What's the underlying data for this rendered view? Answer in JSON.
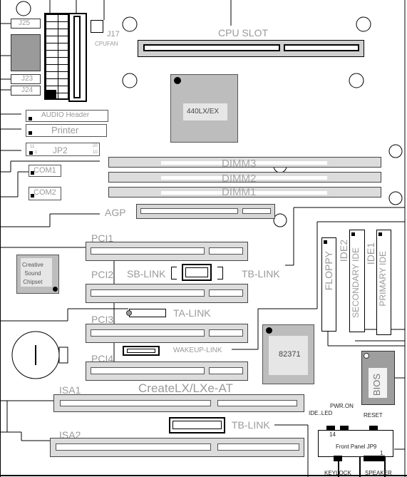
{
  "labels": {
    "j25": "J25",
    "j23": "J23",
    "j24": "J24",
    "j17": "J17",
    "cpufan": "CPUFAN",
    "cpu_slot": "CPU  SLOT",
    "chip_440": "440LX/EX",
    "audio_header": "AUDIO Header",
    "printer": "Printer",
    "jp2": "JP2",
    "jp2_pin11": "11",
    "jp2_pin20": "20",
    "jp2_pin1": "1",
    "jp2_pin10": "10",
    "com1": "COM1",
    "com2": "COM2",
    "dimm3": "DIMM3",
    "dimm2": "DIMM2",
    "dimm1": "DIMM1",
    "agp": "AGP",
    "pci1": "PCI1",
    "pci2": "PCI2",
    "pci3": "PCI3",
    "pci4": "PCI4",
    "sb_link": "SB-LINK",
    "tb_link_1": "TB-LINK",
    "ta_link": "TA-LINK",
    "wakeup_link": "WAKEUP-LINK",
    "creative_chip": "Creative\nSound\nChipset",
    "chip_82371": "82371",
    "floppy": "FLOPPY",
    "ide2": "IDE2",
    "secondary_ide": "SECONDARY  IDE",
    "ide1": "IDE1",
    "primary_ide": "PRIMARY  IDE",
    "bios": "BIOS",
    "isa1": "ISA1",
    "isa2": "ISA2",
    "board_name": "CreateLX/LXe-AT",
    "tb_link_2": "TB-LINK",
    "ide_led": "IDE..LED",
    "pwr_on": "PWR.ON",
    "reset": "RESET",
    "front_panel": "Front Panel  JP9",
    "fp_pin14": "14",
    "fp_pin1": "1",
    "keylock": "KEYLOCK",
    "speaker": "SPEAKER"
  }
}
